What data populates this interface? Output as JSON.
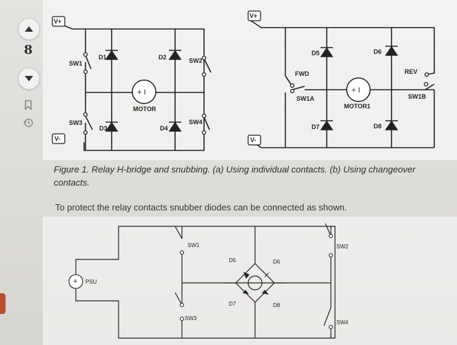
{
  "sidebar": {
    "vote_count": "8"
  },
  "figure_top": {
    "left": {
      "supply_pos": "V+",
      "supply_neg": "V-",
      "sw1": "SW1",
      "sw2": "SW2",
      "sw3": "SW3",
      "sw4": "SW4",
      "d1": "D1",
      "d2": "D2",
      "d3": "D3",
      "d4": "D4",
      "motor_symbol": "+ I",
      "motor": "MOTOR"
    },
    "right": {
      "supply_pos": "V+",
      "supply_neg": "V-",
      "d5": "D5",
      "d6": "D6",
      "d7": "D7",
      "d8": "D8",
      "fwd": "FWD",
      "rev": "REV",
      "sw1a": "SW1A",
      "sw1b": "SW1B",
      "motor_symbol": "+ I",
      "motor": "MOTOR1"
    }
  },
  "caption": "Figure 1. Relay H-bridge and snubbing. (a) Using individual contacts. (b) Using changeover contacts.",
  "paragraph": "To protect the relay contacts snubber diodes can be connected as shown.",
  "figure_bottom": {
    "psu": "PSU",
    "psu_symbol": "+",
    "sw1": "SW1",
    "sw2": "SW2",
    "sw3": "SW3",
    "sw4": "SW4",
    "d5": "D5",
    "d6": "D6",
    "d7": "D7",
    "d8": "D8"
  }
}
